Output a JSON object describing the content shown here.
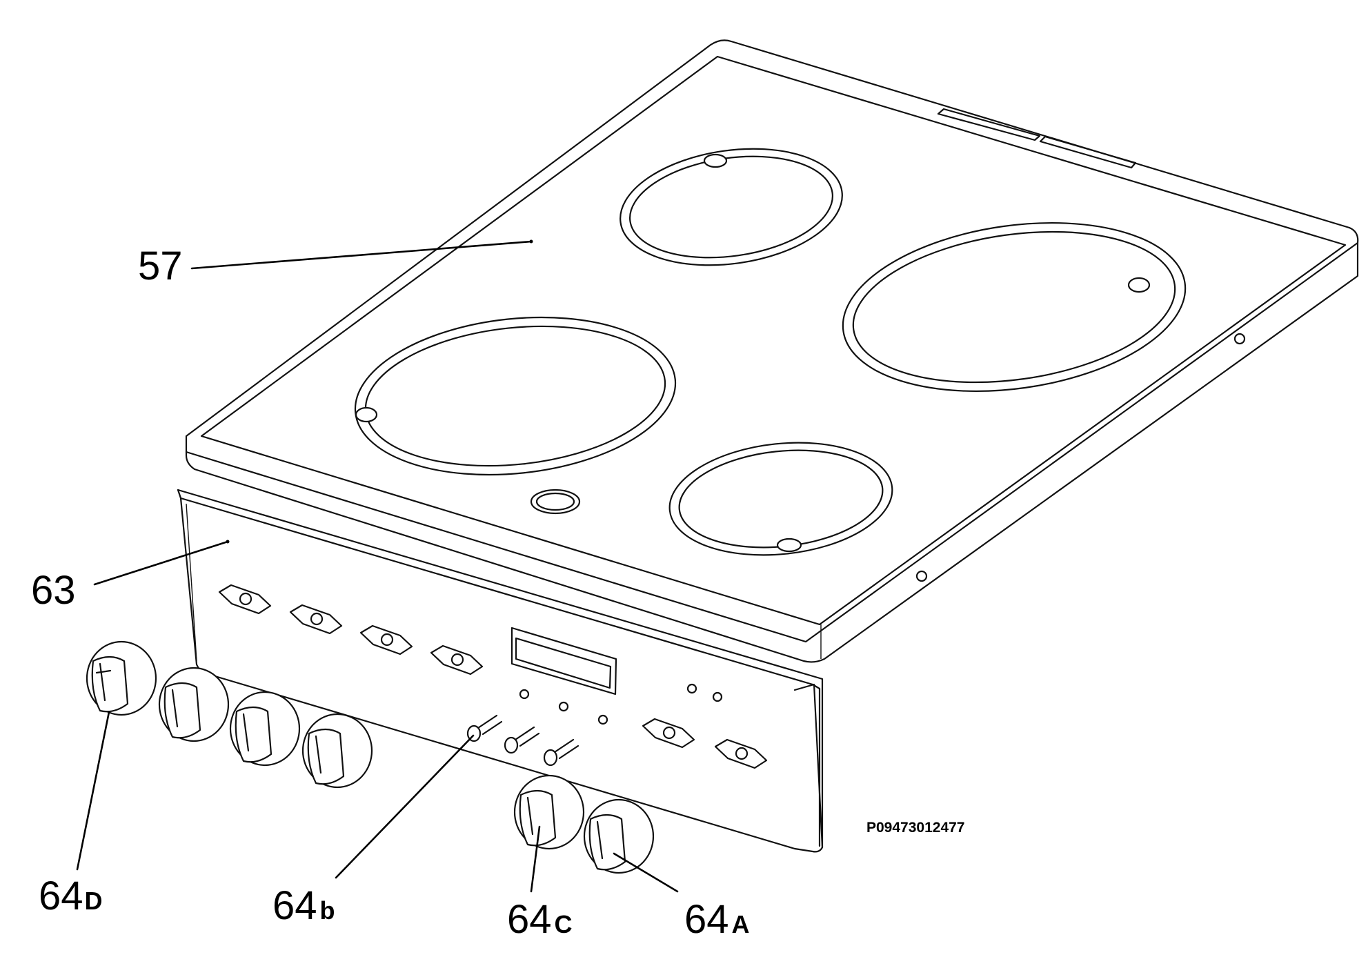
{
  "figure_code": "P09473012477",
  "callouts": [
    {
      "id": "c57",
      "main": "57",
      "sub": ""
    },
    {
      "id": "c63",
      "main": "63",
      "sub": ""
    },
    {
      "id": "c64D",
      "main": "64",
      "sub": "D"
    },
    {
      "id": "c64b",
      "main": "64",
      "sub": "b"
    },
    {
      "id": "c64C",
      "main": "64",
      "sub": "C"
    },
    {
      "id": "c64A",
      "main": "64",
      "sub": "A"
    }
  ]
}
